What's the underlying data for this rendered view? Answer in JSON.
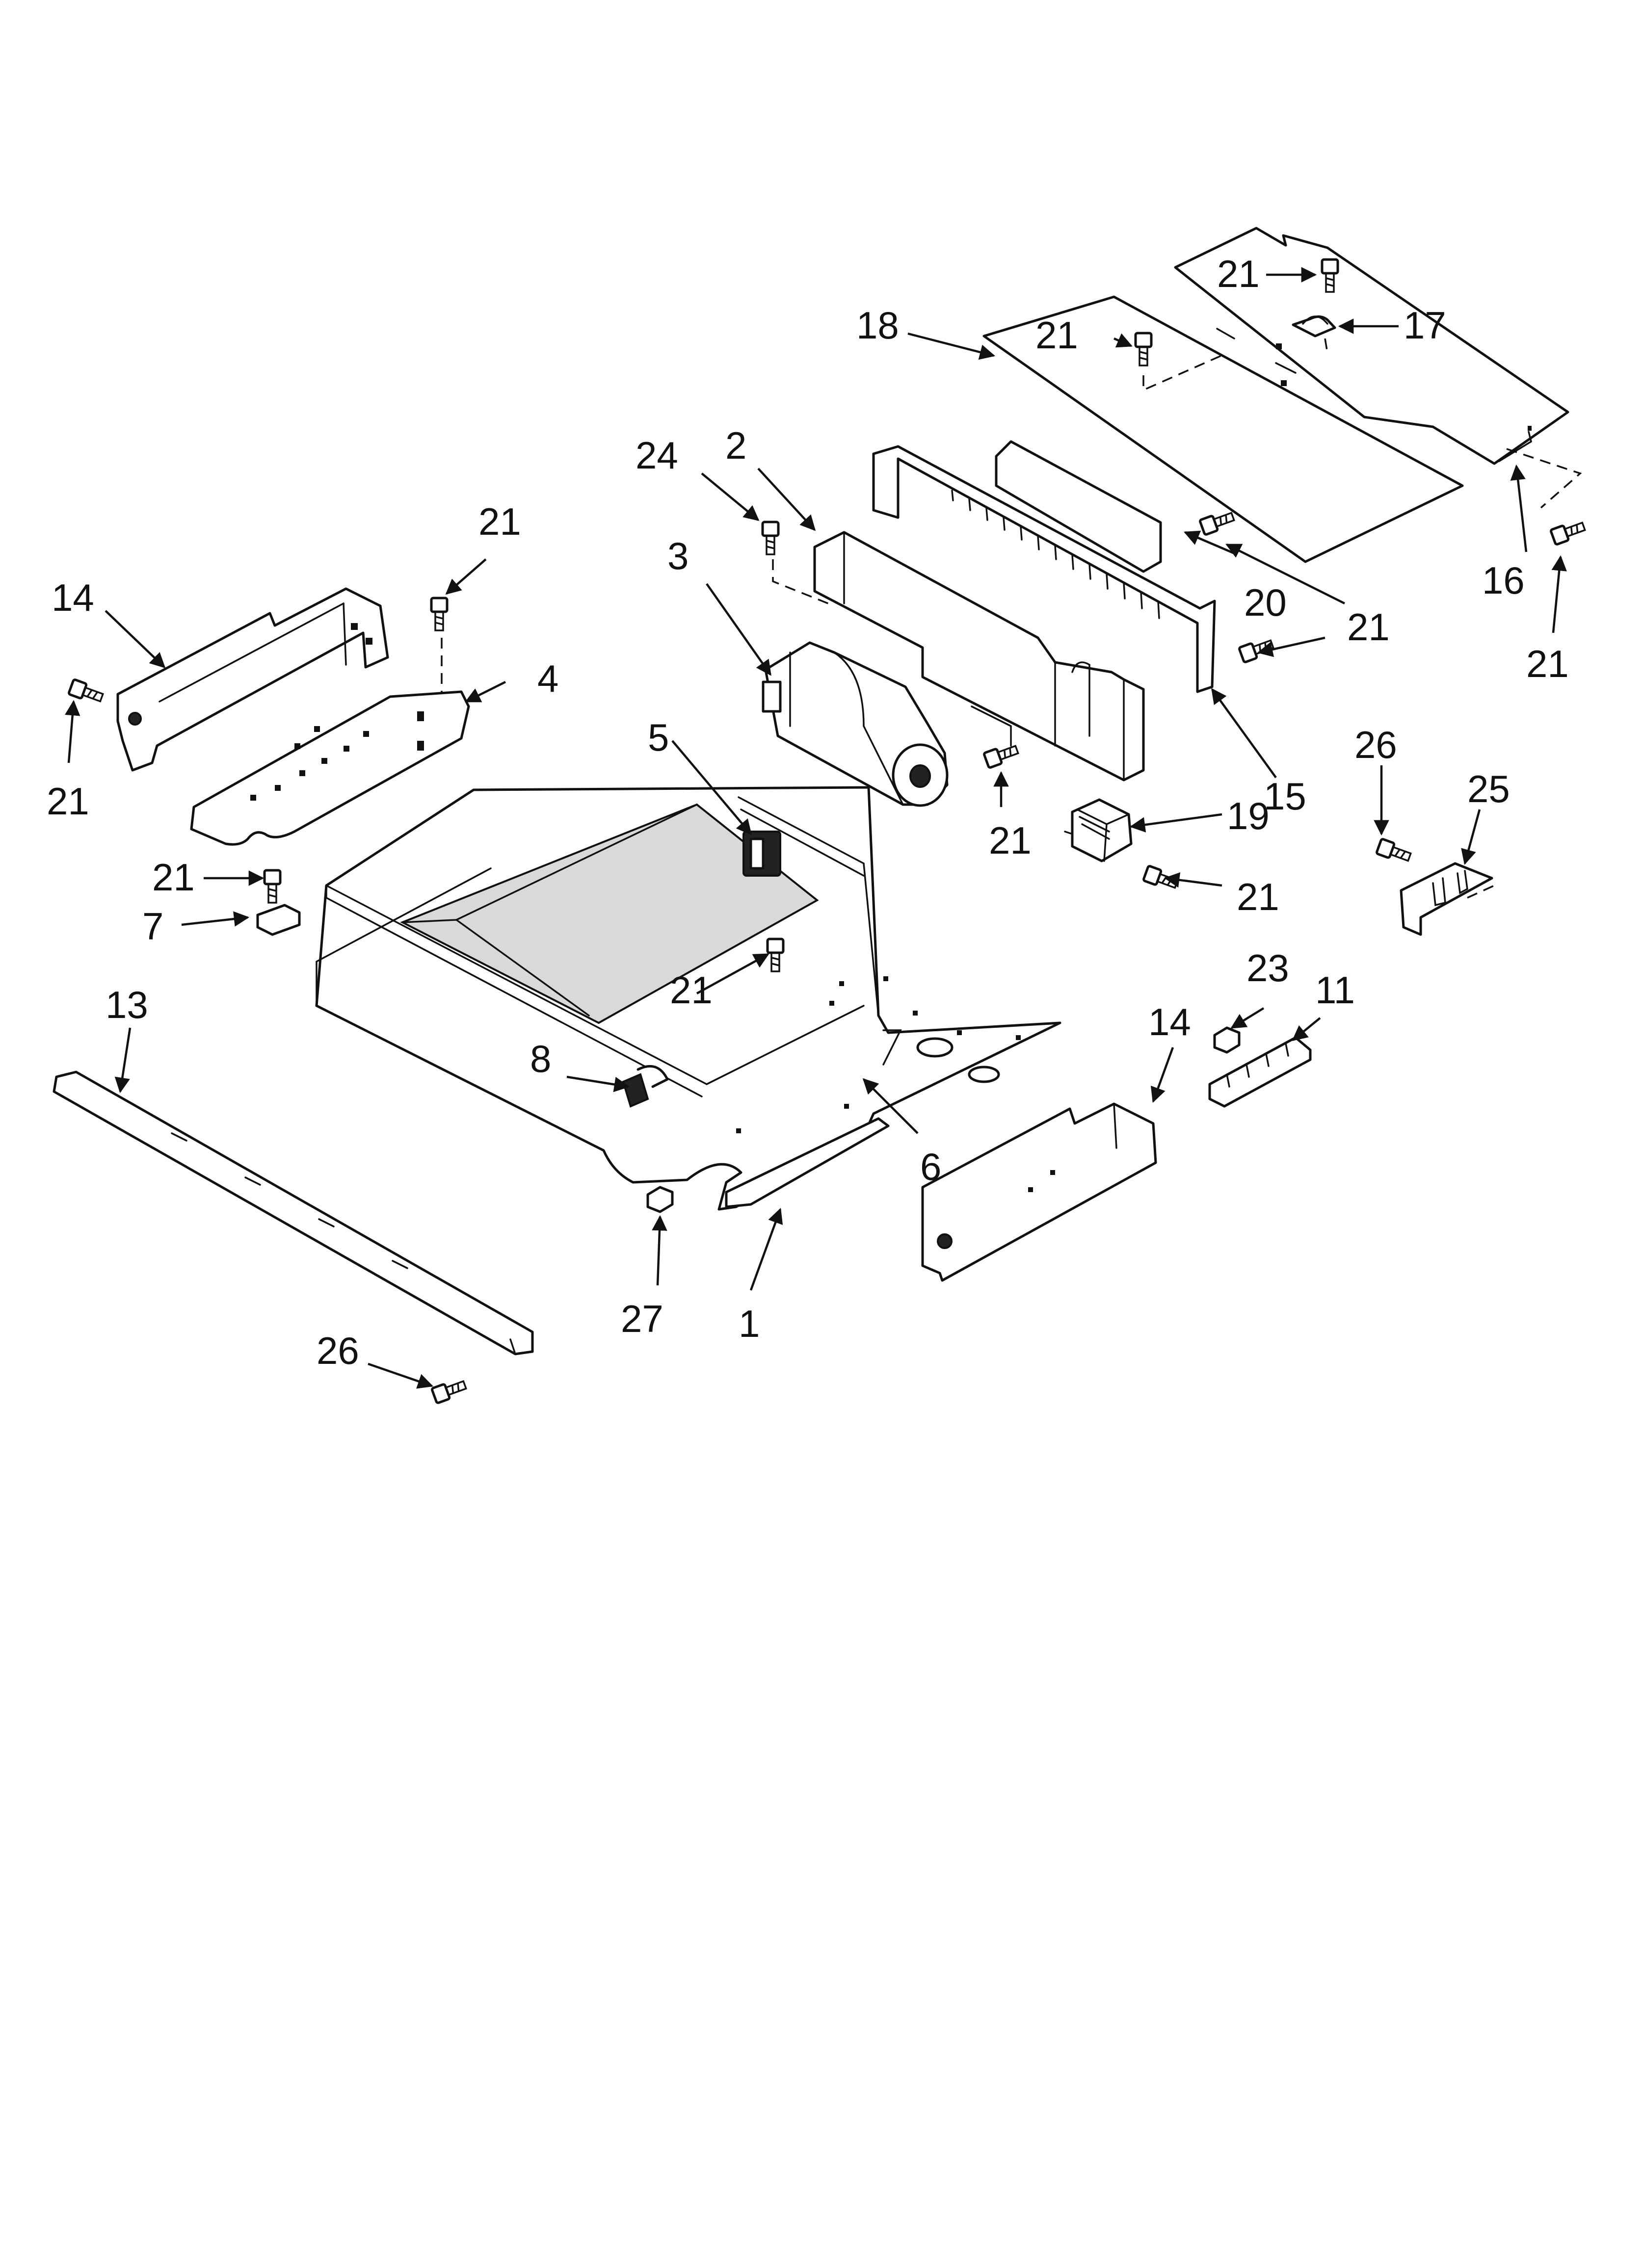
{
  "callouts": [
    {
      "label": "1"
    },
    {
      "label": "2"
    },
    {
      "label": "3"
    },
    {
      "label": "4"
    },
    {
      "label": "5"
    },
    {
      "label": "6"
    },
    {
      "label": "7"
    },
    {
      "label": "8"
    },
    {
      "label": "11"
    },
    {
      "label": "13"
    },
    {
      "label": "14"
    },
    {
      "label": "14"
    },
    {
      "label": "15"
    },
    {
      "label": "16"
    },
    {
      "label": "17"
    },
    {
      "label": "18"
    },
    {
      "label": "19"
    },
    {
      "label": "20"
    },
    {
      "label": "21"
    },
    {
      "label": "21"
    },
    {
      "label": "21"
    },
    {
      "label": "21"
    },
    {
      "label": "21"
    },
    {
      "label": "21"
    },
    {
      "label": "21"
    },
    {
      "label": "21"
    },
    {
      "label": "21"
    },
    {
      "label": "21"
    },
    {
      "label": "23"
    },
    {
      "label": "24"
    },
    {
      "label": "25"
    },
    {
      "label": "26"
    },
    {
      "label": "26"
    },
    {
      "label": "27"
    }
  ]
}
